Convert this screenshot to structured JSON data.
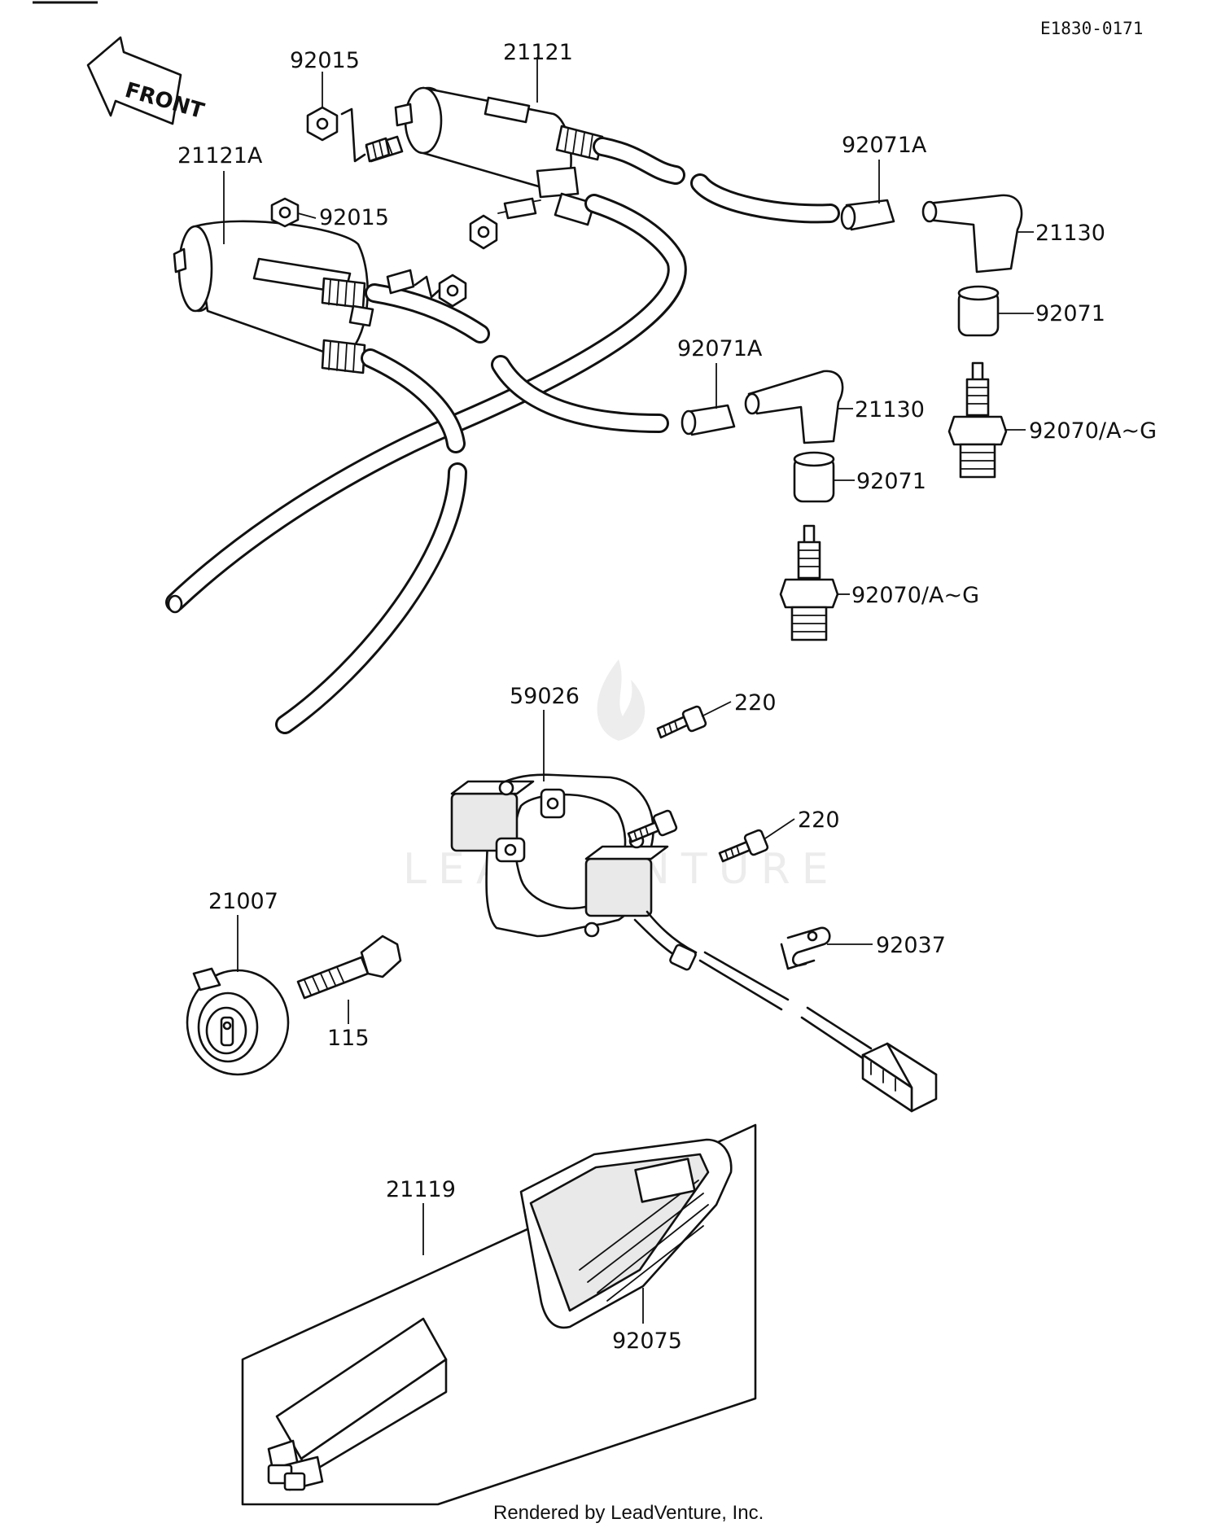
{
  "diagram_code": "E1830-0171",
  "front_arrow": "FRONT",
  "watermark": "LEADVENTURE",
  "footer": "Rendered by LeadVenture, Inc.",
  "labels": {
    "p92015_top": "92015",
    "p21121": "21121",
    "p21121A": "21121A",
    "p92015_mid": "92015",
    "p92071A_top": "92071A",
    "p21130_top": "21130",
    "p92071_top": "92071",
    "p92071A_mid": "92071A",
    "p21130_mid": "21130",
    "p92070_right": "92070/A~G",
    "p92071_mid": "92071",
    "p92070_mid": "92070/A~G",
    "p59026": "59026",
    "p220_top": "220",
    "p220_mid": "220",
    "p21007": "21007",
    "p92037": "92037",
    "p115": "115",
    "p21119": "21119",
    "p92075": "92075"
  }
}
